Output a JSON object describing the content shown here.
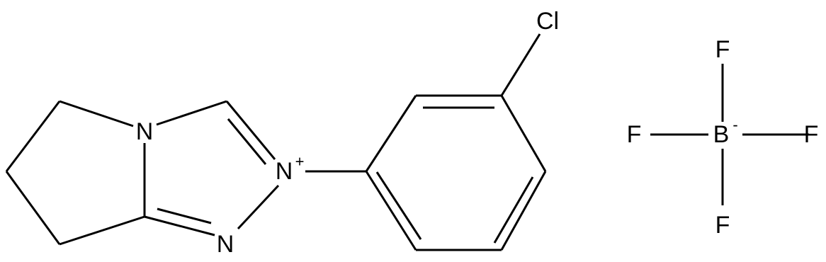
{
  "molecule": {
    "atoms": {
      "cl": "Cl",
      "n_bridge": "N",
      "n_plus": "N",
      "n_bottom": "N",
      "b": "B",
      "f_top": "F",
      "f_left": "F",
      "f_right": "F",
      "f_bottom": "F"
    },
    "charges": {
      "n_plus": "+",
      "b": "-"
    }
  }
}
